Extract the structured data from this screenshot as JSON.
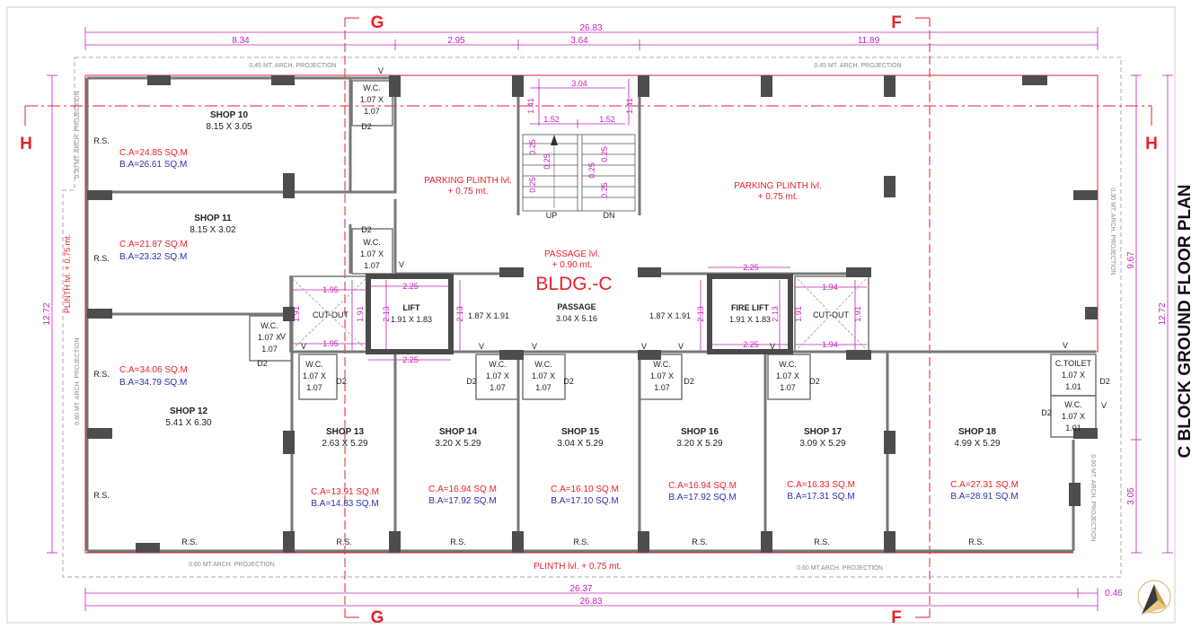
{
  "title": "C BLOCK GROUND FLOOR PLAN",
  "building": "BLDG.-C",
  "grid": {
    "g": "G",
    "f": "F",
    "h": "H"
  },
  "dims": {
    "total_width": "26.83",
    "seg1": "8.34",
    "seg2": "2.95",
    "seg3": "3.64",
    "seg4": "11.89",
    "bottom_inner": "26.37",
    "bottom_extra": "0.46",
    "bottom_total": "26.83",
    "left_height": "12.72",
    "right_height": "12.72",
    "right_upper": "9.67",
    "right_lower": "3.05",
    "stair_width": "3.04",
    "stair_half": "1.52",
    "stair_landing": "1.41",
    "riser": "0.25",
    "lift_w": "2.25",
    "lift_h": "2.13",
    "cut_w": "1.95",
    "cut_h": "1.91",
    "fire_cut_w": "1.94"
  },
  "labels": {
    "arch_proj_045": "0.45 MT. ARCH. PROJECTION",
    "arch_proj_060": "0.60 MT.ARCH. PROJECTION",
    "arch_proj_060b": "0.60 MT.ARCH. PROJECTION",
    "left_arch_030": "0.30 MT. ARCH. PROJECTION",
    "left_arch_060": "0.60 MT. ARCH. PROJECTION",
    "right_arch_030": "0.30 MT. ARCH. PROJECTION",
    "right_arch_060": "0.60 MT. ARCH. PROJECTION",
    "plinth_left": "PLINTH lvl. + 0.75 mt.",
    "plinth_bottom": "PLINTH lvl. + 0.75 mt.",
    "parking1a": "PARKING PLINTH lvl.",
    "parking1b": "+ 0.75 mt.",
    "parking2a": "PARKING PLINTH lvl.",
    "parking2b": "+ 0.75 mt.",
    "passage_lvl_a": "PASSAGE lvl.",
    "passage_lvl_b": "+ 0.90 mt.",
    "up": "UP",
    "dn": "DN",
    "rs": "R.S.",
    "wc": "W.C.",
    "d2": "D2",
    "v": "V",
    "cutout": "CUT-OUT",
    "lift": "LIFT",
    "lift_size": "1.91 X 1.83",
    "fire_lift": "FIRE LIFT",
    "fire_lift_size": "1.91 X 1.83",
    "passage": "PASSAGE",
    "passage_size": "3.04 X 5.16",
    "lobby_left": "1.87 X 1.91",
    "lobby_right": "1.87 X 1.91",
    "wc_size_a": "1.07 X",
    "wc_size_b": "1.07",
    "c_toilet": "C.TOILET",
    "c_toilet_a": "1.07 X",
    "c_toilet_b": "1.01",
    "wc2_a": "1.07 X",
    "wc2_b": "1.01"
  },
  "shops": [
    {
      "name": "SHOP 10",
      "size": "8.15 X 3.05",
      "ca": "C.A=24.85 SQ.M",
      "ba": "B.A=26.61 SQ.M"
    },
    {
      "name": "SHOP 11",
      "size": "8.15 X 3.02",
      "ca": "C.A=21.87 SQ.M",
      "ba": "B.A=23.32 SQ.M"
    },
    {
      "name": "SHOP 12",
      "size": "5.41 X 6.30",
      "ca": "C.A=34.06 SQ.M",
      "ba": "B.A=34.79 SQ.M"
    },
    {
      "name": "SHOP 13",
      "size": "2.63 X 5.29",
      "ca": "C.A=13.91 SQ.M",
      "ba": "B.A=14.83 SQ.M"
    },
    {
      "name": "SHOP 14",
      "size": "3.20 X 5.29",
      "ca": "C.A=16.94 SQ.M",
      "ba": "B.A=17.92 SQ.M"
    },
    {
      "name": "SHOP 15",
      "size": "3.04 X 5.29",
      "ca": "C.A=16.10 SQ.M",
      "ba": "B.A=17.10 SQ.M"
    },
    {
      "name": "SHOP 16",
      "size": "3.20 X 5.29",
      "ca": "C.A=16.94 SQ.M",
      "ba": "B.A=17.92 SQ.M"
    },
    {
      "name": "SHOP 17",
      "size": "3.09 X 5.29",
      "ca": "C.A=16.33 SQ.M",
      "ba": "B.A=17.31 SQ.M"
    },
    {
      "name": "SHOP 18",
      "size": "4.99 X 5.29",
      "ca": "C.A=27.31 SQ.M",
      "ba": "B.A=28.91 SQ.M"
    }
  ],
  "colors": {
    "wall": "#777777",
    "column": "#4d4d4d",
    "red": "#e5222b",
    "magenta": "#c51fb6",
    "blue": "#2d2fa8",
    "lift": "#4a4a4a"
  },
  "icons": {
    "north": "north-arrow-icon"
  }
}
